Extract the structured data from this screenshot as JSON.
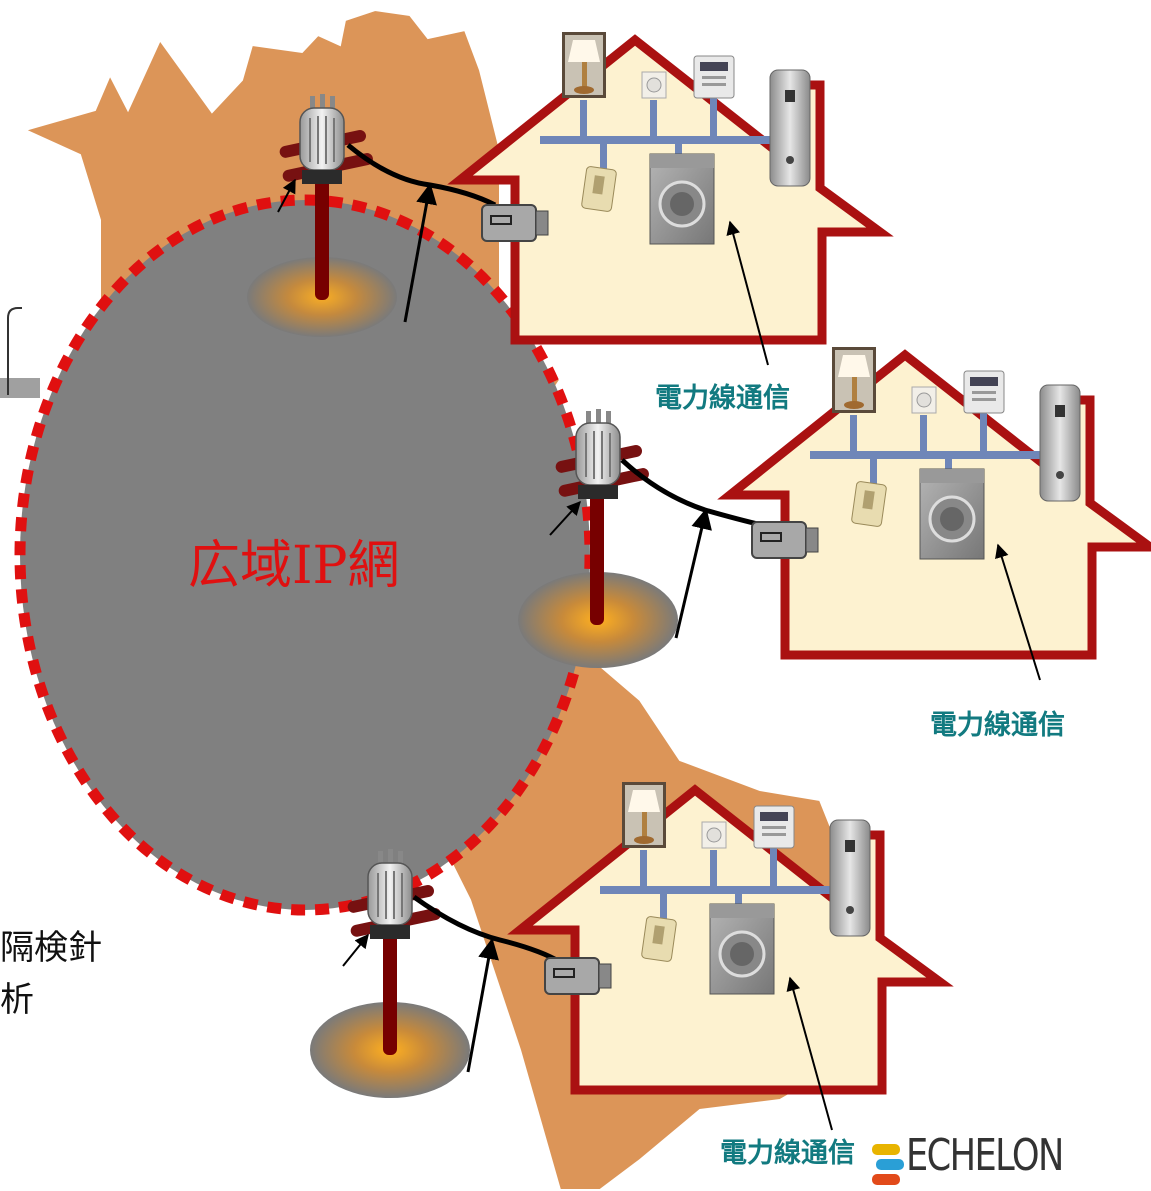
{
  "wan_label": "広域IP網",
  "plc_labels": [
    "電力線通信",
    "電力線通信",
    "電力線通信"
  ],
  "left_text": [
    "隔検針",
    "析"
  ],
  "brand": {
    "name": "ECHELON",
    "logo_colors": [
      "#e8b400",
      "#2a9fd6",
      "#e24a1a"
    ]
  },
  "colors": {
    "land": "#dc9558",
    "wan": "#808080",
    "wan_border": "#e01010",
    "house_wall": "#fdf2d0",
    "house_outline": "#aa1111",
    "pole": "#770000",
    "bus": "#6f86b8",
    "label": "#127a80"
  },
  "icons": [
    "transformer-icon",
    "meter-icon",
    "lamp-icon",
    "dimmer-icon",
    "thermostat-icon",
    "washer-icon",
    "water-heater-icon",
    "light-switch-icon"
  ]
}
